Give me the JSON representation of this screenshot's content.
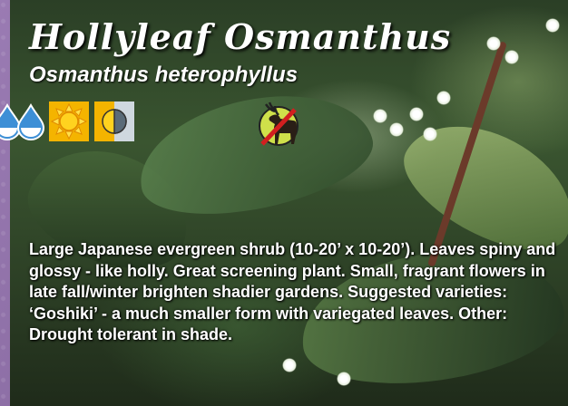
{
  "plant": {
    "common_name": "Hollyleaf Osmanthus",
    "scientific_name": "Osmanthus heterophyllus",
    "description": "Large Japanese evergreen shrub (10-20’ x 10-20’). Leaves spiny and glossy - like holly. Great screening plant. Small, fragrant flowers in late fall/winter brighten shadier gardens. Suggested varieties: ‘Goshiki’ - a much smaller form with variegated leaves. Other: Drought tolerant in shade."
  },
  "care_icons": [
    {
      "name": "water-drop-icon",
      "meaning": "water"
    },
    {
      "name": "water-drop-icon",
      "meaning": "water"
    },
    {
      "name": "full-sun-icon",
      "meaning": "full sun"
    },
    {
      "name": "part-shade-icon",
      "meaning": "part shade"
    },
    {
      "name": "deer-resistant-icon",
      "meaning": "deer resistant"
    }
  ],
  "colors": {
    "frame": "#8e6fa6",
    "water": "#3d8fd6",
    "sun": "#f4b400",
    "deer_badge": "#cfe04a",
    "slash": "#d21f1f"
  }
}
